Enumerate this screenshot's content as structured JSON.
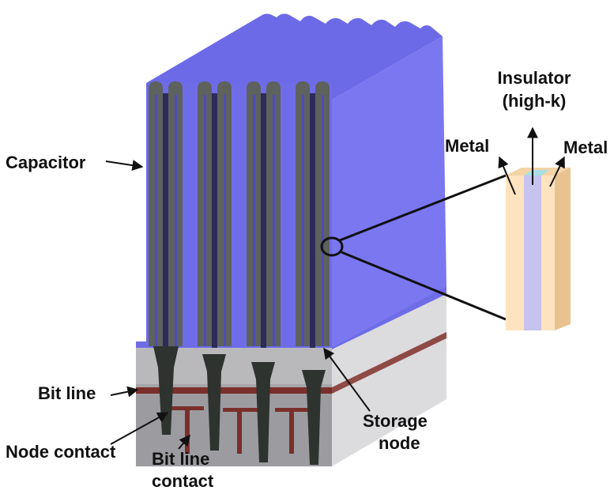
{
  "labels": {
    "capacitor": "Capacitor",
    "insulator_line1": "Insulator",
    "insulator_line2": "(high-k)",
    "metal_left": "Metal",
    "metal_right": "Metal",
    "bit_line": "Bit line",
    "node_contact": "Node contact",
    "bit_line_contact_line1": "Bit line",
    "bit_line_contact_line2": "contact",
    "storage_node_line1": "Storage",
    "storage_node_line2": "node"
  },
  "colors": {
    "capacitor_face": "#7b78f2",
    "capacitor_top": "#6c69e6",
    "capacitor_side": "#6a67e8",
    "storage_electrode": "#5f6360",
    "substrate_front": "#a7a7aa",
    "substrate_side": "#dcdcdf",
    "bit_line": "#7a2f2a",
    "metal_layer": "#fde3bf",
    "insulator_layer": "#c7c3ef",
    "text": "#111111"
  }
}
